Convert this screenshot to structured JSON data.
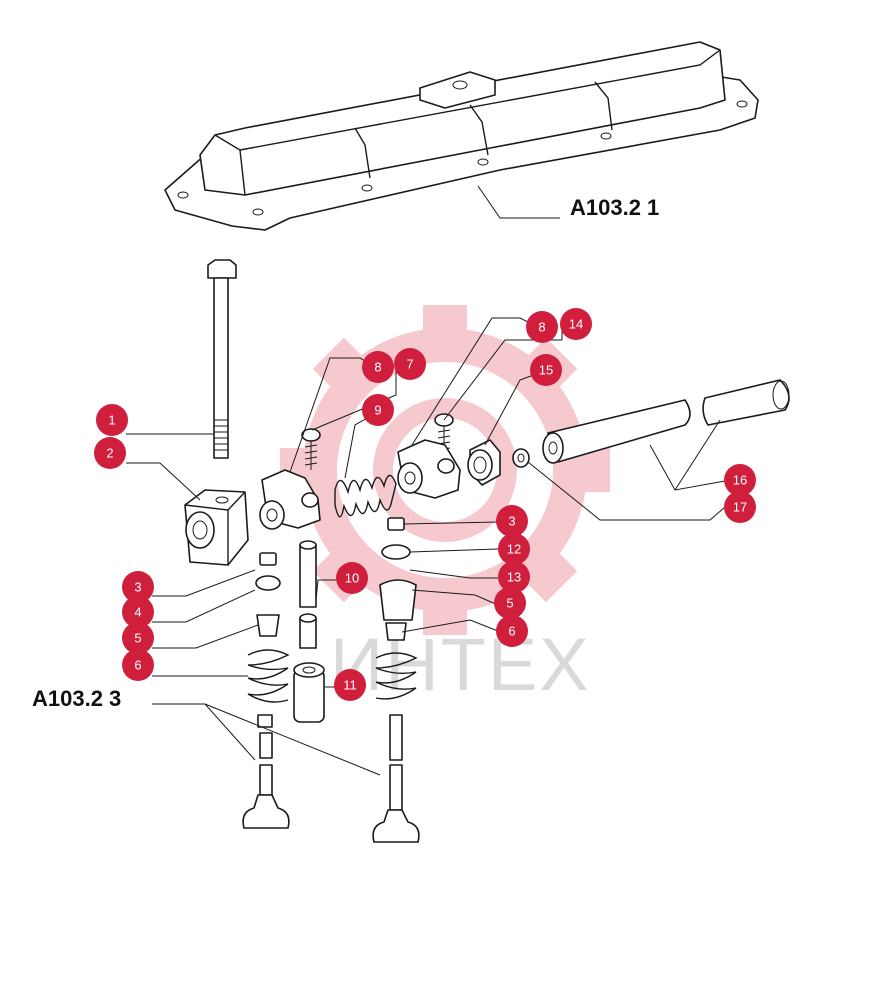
{
  "watermark": {
    "text": "ИНТЕХ",
    "gear_color": "#f6c9cf",
    "text_color": "#d9d9d9"
  },
  "reference_labels": {
    "cover": "A103.2  1",
    "valves": "A103.2  3"
  },
  "callout_color": "#d01f3c",
  "callouts": [
    {
      "id": "c1",
      "label": "1"
    },
    {
      "id": "c2",
      "label": "2"
    },
    {
      "id": "c3a",
      "label": "3"
    },
    {
      "id": "c4",
      "label": "4"
    },
    {
      "id": "c5a",
      "label": "5"
    },
    {
      "id": "c6a",
      "label": "6"
    },
    {
      "id": "c8a",
      "label": "8"
    },
    {
      "id": "c7",
      "label": "7"
    },
    {
      "id": "c9",
      "label": "9"
    },
    {
      "id": "c10",
      "label": "10"
    },
    {
      "id": "c11",
      "label": "11"
    },
    {
      "id": "c8b",
      "label": "8"
    },
    {
      "id": "c14",
      "label": "14"
    },
    {
      "id": "c15",
      "label": "15"
    },
    {
      "id": "c3b",
      "label": "3"
    },
    {
      "id": "c12",
      "label": "12"
    },
    {
      "id": "c13",
      "label": "13"
    },
    {
      "id": "c5b",
      "label": "5"
    },
    {
      "id": "c6b",
      "label": "6"
    },
    {
      "id": "c16",
      "label": "16"
    },
    {
      "id": "c17",
      "label": "17"
    }
  ]
}
